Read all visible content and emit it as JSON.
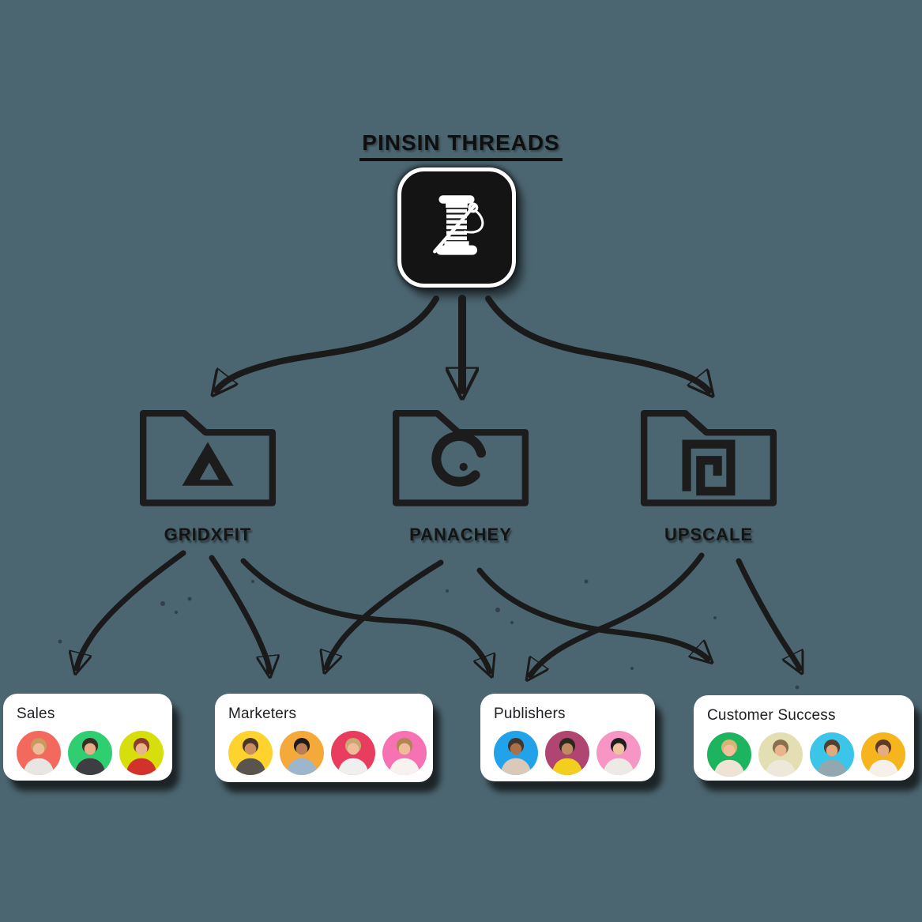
{
  "background_color": "#4C6671",
  "ink_color": "#1a1a1a",
  "header": {
    "title": "PINSIN THREADS",
    "icon": "thread-spool-and-needle-icon",
    "icon_bg": "#141414",
    "icon_border": "#ffffff"
  },
  "companies": [
    {
      "label": "GRIDXFIT",
      "icon": "folder-icon",
      "logo": "triangle-mountain-logo"
    },
    {
      "label": "PANACHEY",
      "icon": "folder-icon",
      "logo": "brush-circle-logo"
    },
    {
      "label": "UPSCALE",
      "icon": "folder-icon",
      "logo": "square-spiral-logo"
    }
  ],
  "teams": [
    {
      "title": "Sales",
      "members": [
        {
          "bg": "#F4695E",
          "hair": "#C99A5B",
          "skin": "#EDBD99",
          "shirt": "#E8E6E2"
        },
        {
          "bg": "#2FCE71",
          "hair": "#3B2E23",
          "skin": "#E5AE87",
          "shirt": "#3E3E42"
        },
        {
          "bg": "#D6DE0B",
          "hair": "#8C3D27",
          "skin": "#E8B48E",
          "shirt": "#D1322B"
        }
      ]
    },
    {
      "title": "Marketers",
      "members": [
        {
          "bg": "#FFD32E",
          "hair": "#4B3628",
          "skin": "#C98E62",
          "shirt": "#5A544E"
        },
        {
          "bg": "#F6A93B",
          "hair": "#201A16",
          "skin": "#B97E53",
          "shirt": "#9DB6CC"
        },
        {
          "bg": "#E83D5F",
          "hair": "#C8A871",
          "skin": "#EDBD99",
          "shirt": "#EFEFEF"
        },
        {
          "bg": "#F772B2",
          "hair": "#B18455",
          "skin": "#EDBD99",
          "shirt": "#F6F3EF"
        }
      ]
    },
    {
      "title": "Publishers",
      "members": [
        {
          "bg": "#22A2E9",
          "hair": "#43342C",
          "skin": "#A8714A",
          "shirt": "#D9C9B8"
        },
        {
          "bg": "#B04571",
          "hair": "#2E2620",
          "skin": "#C08B5F",
          "shirt": "#F2CF1D"
        },
        {
          "bg": "#F795C5",
          "hair": "#221D20",
          "skin": "#EFC39E",
          "shirt": "#EDEAE5"
        }
      ]
    },
    {
      "title": "Customer Success",
      "members": [
        {
          "bg": "#1DB45F",
          "hair": "#D8B573",
          "skin": "#EFC09B",
          "shirt": "#EFE3D3"
        },
        {
          "bg": "#E3DFB3",
          "hair": "#8A6F4E",
          "skin": "#E9B48C",
          "shirt": "#EDE8DA"
        },
        {
          "bg": "#3BC5E8",
          "hair": "#4E3F2F",
          "skin": "#E2A97F",
          "shirt": "#93A7B0"
        },
        {
          "bg": "#F6B51D",
          "hair": "#5D3B25",
          "skin": "#E5AC82",
          "shirt": "#F5F0EA"
        }
      ]
    }
  ],
  "edges": [
    {
      "from": "PINSIN THREADS",
      "to": "GRIDXFIT"
    },
    {
      "from": "PINSIN THREADS",
      "to": "PANACHEY"
    },
    {
      "from": "PINSIN THREADS",
      "to": "UPSCALE"
    },
    {
      "from": "GRIDXFIT",
      "to": "Sales"
    },
    {
      "from": "GRIDXFIT",
      "to": "Marketers"
    },
    {
      "from": "GRIDXFIT",
      "to": "Publishers"
    },
    {
      "from": "PANACHEY",
      "to": "Marketers"
    },
    {
      "from": "PANACHEY",
      "to": "Customer Success"
    },
    {
      "from": "UPSCALE",
      "to": "Publishers"
    },
    {
      "from": "UPSCALE",
      "to": "Customer Success"
    }
  ]
}
